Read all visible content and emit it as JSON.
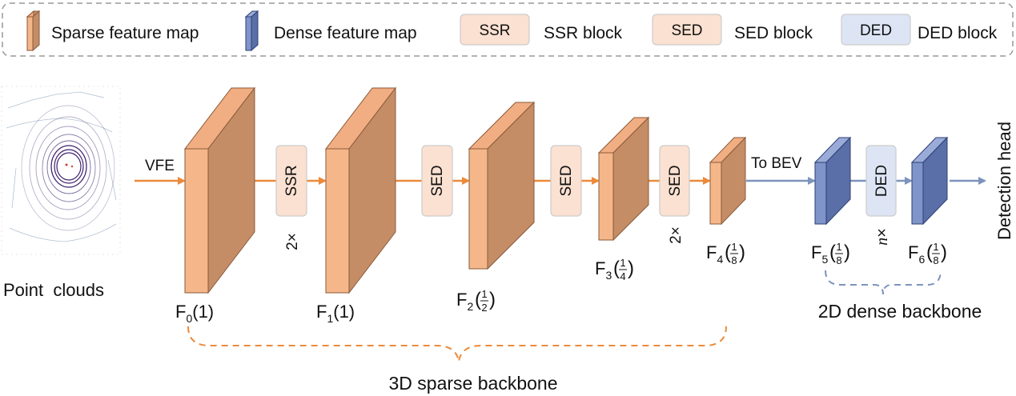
{
  "colors": {
    "sparse_front": "#f5b78a",
    "sparse_side": "#c48d66",
    "sparse_top": "#f1ae82",
    "sparse_edge": "#8a5a3a",
    "dense_front": "#7f94c9",
    "dense_side": "#5a6fa8",
    "dense_top": "#9aabd8",
    "dense_edge": "#2e3f74",
    "block_ssr_sed": "#fbe1d1",
    "block_ded": "#dde5f5",
    "orange_arrow": "#ec8a3a",
    "blue_arrow": "#7d93bd",
    "legend_border": "#999999"
  },
  "legend": {
    "sparse_label": "Sparse feature map",
    "dense_label": "Dense feature map",
    "ssr_tag": "SSR",
    "ssr_label": "SSR block",
    "sed_tag": "SED",
    "sed_label": "SED block",
    "ded_tag": "DED",
    "ded_label": "DED block"
  },
  "input": {
    "label": "Point  clouds",
    "vfe": "VFE"
  },
  "blocks": {
    "ssr": "SSR",
    "sed1": "SED",
    "sed2": "SED",
    "sed3": "SED",
    "ded": "DED"
  },
  "repeats": {
    "ssr": "2×",
    "sed3": "2×",
    "ded_n": "n",
    "ded_x": "×"
  },
  "feature_maps": {
    "f0": {
      "name": "F",
      "sub": "0",
      "scale": "(1)"
    },
    "f1": {
      "name": "F",
      "sub": "1",
      "scale": "(1)"
    },
    "f2": {
      "name": "F",
      "sub": "2",
      "num": "1",
      "den": "2"
    },
    "f3": {
      "name": "F",
      "sub": "3",
      "num": "1",
      "den": "4"
    },
    "f4": {
      "name": "F",
      "sub": "4",
      "num": "1",
      "den": "8"
    },
    "f5": {
      "name": "F",
      "sub": "5",
      "num": "1",
      "den": "8"
    },
    "f6": {
      "name": "F",
      "sub": "6",
      "num": "1",
      "den": "8"
    }
  },
  "to_bev": "To BEV",
  "detection_head": "Detection head",
  "sparse_backbone": "3D sparse backbone",
  "dense_backbone": "2D dense backbone"
}
